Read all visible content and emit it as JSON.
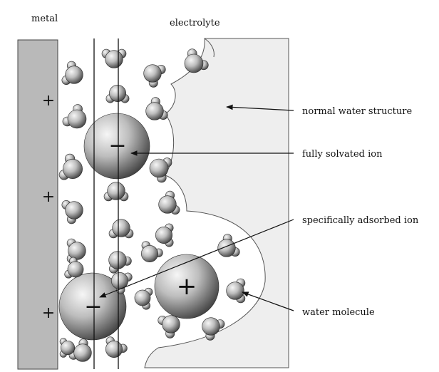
{
  "labels": {
    "metal": "metal",
    "electrolyte": "electrolyte",
    "normal_water_structure": "normal water structure",
    "fully_solvated_ion": "fully solvated ion",
    "specifically_adsorbed_ion": "specifically adsorbed ion",
    "water_molecule": "water molecule"
  },
  "symbols": {
    "metal_charge": "+",
    "anion_charge": "−",
    "cation_charge": "+"
  },
  "colors": {
    "metal_fill": "#b9b9b9",
    "electrolyte_bulk_fill": "#eeeeee",
    "sphere_light": "#f4f4f4",
    "sphere_dark": "#3a3a3a"
  }
}
